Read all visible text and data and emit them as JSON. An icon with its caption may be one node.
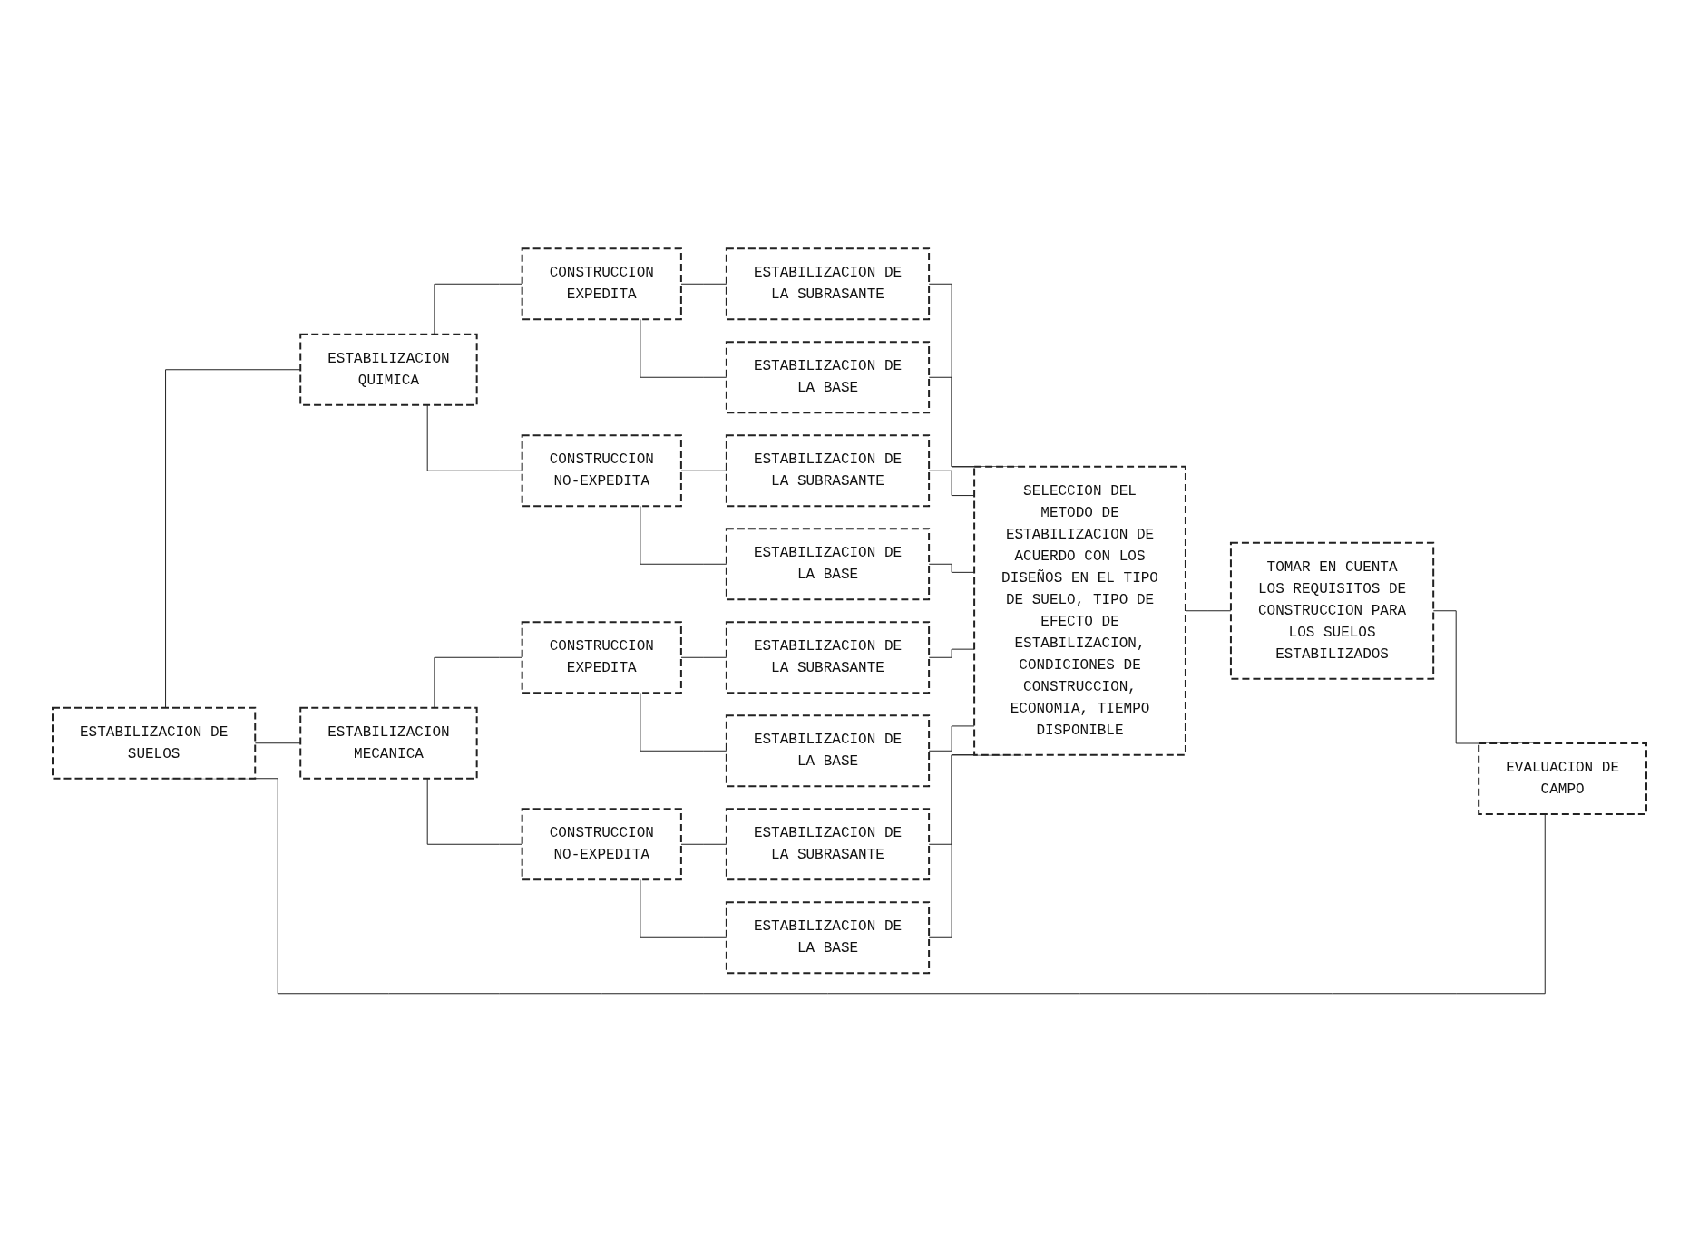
{
  "diagram": {
    "nodes": [
      {
        "text": [
          "ESTABILIZACION DE SUELOS"
        ]
      },
      {
        "text": [
          "ESTABILIZACION QUIMICA"
        ]
      },
      {
        "text": [
          "CONSTRUCCION EXPEDITA"
        ]
      },
      {
        "text": [
          "ESTABILIZACION DE LA SUBRASANTE"
        ]
      },
      {
        "text": [
          "ESTABILIZACION DE LA BASE"
        ]
      },
      {
        "text": [
          "CONSTRUCCION NO-EXPEDITA"
        ]
      },
      {
        "text": [
          "ESTABILIZACION DE LA SUBRASANTE"
        ]
      },
      {
        "text": [
          "ESTABILIZACION DE LA BASE"
        ]
      },
      {
        "text": [
          "ESTABILIZACION MECANICA"
        ]
      },
      {
        "text": [
          "CONSTRUCCION EXPEDITA"
        ]
      },
      {
        "text": [
          "ESTABILIZACION DE LA SUBRASANTE"
        ]
      },
      {
        "text": [
          "ESTABILIZACION DE LA BASE"
        ]
      },
      {
        "text": [
          "CONSTRUCCION NO-EXPEDITA"
        ]
      },
      {
        "text": [
          "ESTABILIZACION DE LA SUBRASANTE"
        ]
      },
      {
        "text": [
          "ESTABILIZACION DE LA BASE"
        ]
      },
      {
        "text": [
          "SELECCION DEL METODO DE ESTABILIZACION DE ACUERDO CON LOS DISEÑOS EN EL TIPO DE SUELO, TIPO DE EFECTO DE ESTABILIZACION, CONDICIONES DE CONSTRUCCION, ECONOMIA, TIEMPO DISPONIBLE"
        ]
      },
      {
        "text": [
          "TOMAR EN CUENTA LOS REQUISITOS DE CONSTRUCCION PARA LOS SUELOS ESTABILIZADOS"
        ]
      },
      {
        "text": [
          "EVALUACION DE CAMPO"
        ]
      }
    ],
    "edges": [
      {
        "from": 0,
        "to": 1,
        "arrow": "none"
      },
      {
        "from": 0,
        "to": 8,
        "arrow": "none"
      },
      {
        "from": 1,
        "to": 2,
        "arrow": "none"
      },
      {
        "from": 1,
        "to": 5,
        "arrow": "none"
      },
      {
        "from": 2,
        "to": 3,
        "arrow": "none"
      },
      {
        "from": 2,
        "to": 4,
        "arrow": "none"
      },
      {
        "from": 5,
        "to": 6,
        "arrow": "none"
      },
      {
        "from": 5,
        "to": 7,
        "arrow": "none"
      },
      {
        "from": 8,
        "to": 9,
        "arrow": "none"
      },
      {
        "from": 8,
        "to": 12,
        "arrow": "none"
      },
      {
        "from": 9,
        "to": 10,
        "arrow": "none"
      },
      {
        "from": 9,
        "to": 11,
        "arrow": "none"
      },
      {
        "from": 12,
        "to": 13,
        "arrow": "none"
      },
      {
        "from": 12,
        "to": 14,
        "arrow": "none"
      },
      {
        "from": 3,
        "to": 15,
        "arrow": "none"
      },
      {
        "from": 4,
        "to": 15,
        "arrow": "none"
      },
      {
        "from": 6,
        "to": 15,
        "arrow": "none"
      },
      {
        "from": 7,
        "to": 15,
        "arrow": "none"
      },
      {
        "from": 10,
        "to": 15,
        "arrow": "none"
      },
      {
        "from": 11,
        "to": 15,
        "arrow": "none"
      },
      {
        "from": 13,
        "to": 15,
        "arrow": "none"
      },
      {
        "from": 14,
        "to": 15,
        "arrow": "none"
      },
      {
        "from": 15,
        "to": 16,
        "arrow": "none"
      },
      {
        "from": 16,
        "to": 17,
        "arrow": "none"
      },
      {
        "from": 17,
        "to": 0,
        "arrow": "none"
      }
    ]
  }
}
